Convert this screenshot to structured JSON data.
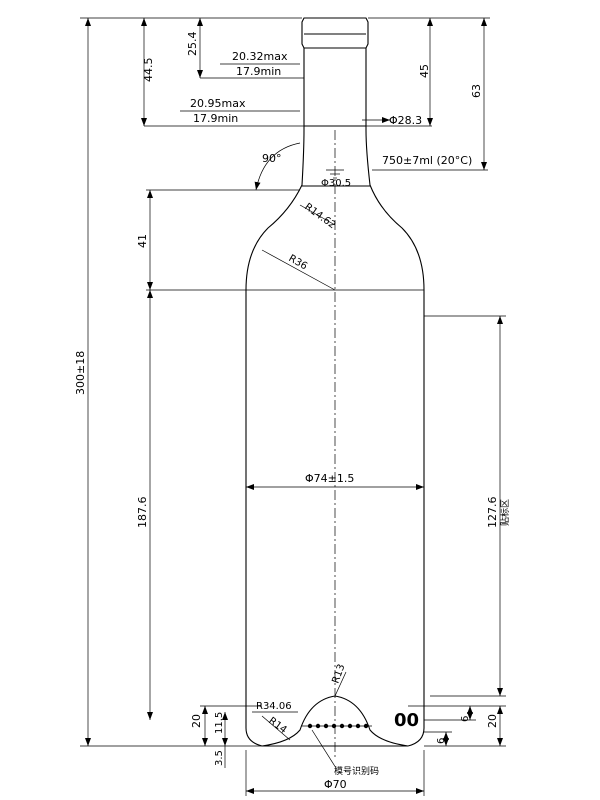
{
  "dims": {
    "overall_height": "300±18",
    "top_height": "44.5",
    "cork_depth": "25.4",
    "bore_top_max": "20.32max",
    "bore_top_min": "17.9min",
    "bore_mid_max": "20.95max",
    "bore_mid_min": "17.9min",
    "dim_45": "45",
    "dim_63": "63",
    "neck_dia": "Φ28.3",
    "fill_spec": "750±7ml (20°C)",
    "neck_base_dia": "Φ30.5",
    "angle": "90°",
    "r_shoulder_small": "R14.62",
    "r_shoulder_large": "R36",
    "shoulder_height": "41",
    "body_height": "187.6",
    "body_dia": "Φ74±1.5",
    "label_height": "127.6",
    "label_area": "贴标区",
    "r_base_top": "R13",
    "r_base": "R34.06",
    "r_heel": "R14",
    "punt_depth": "11.5",
    "base_20_left": "20",
    "base_20_right": "20",
    "base_6_top": "6",
    "base_6_bottom": "6",
    "base_35": "3.5",
    "mold_mark": "00",
    "mold_code_label": "模号识别码",
    "base_dia": "Φ70"
  }
}
